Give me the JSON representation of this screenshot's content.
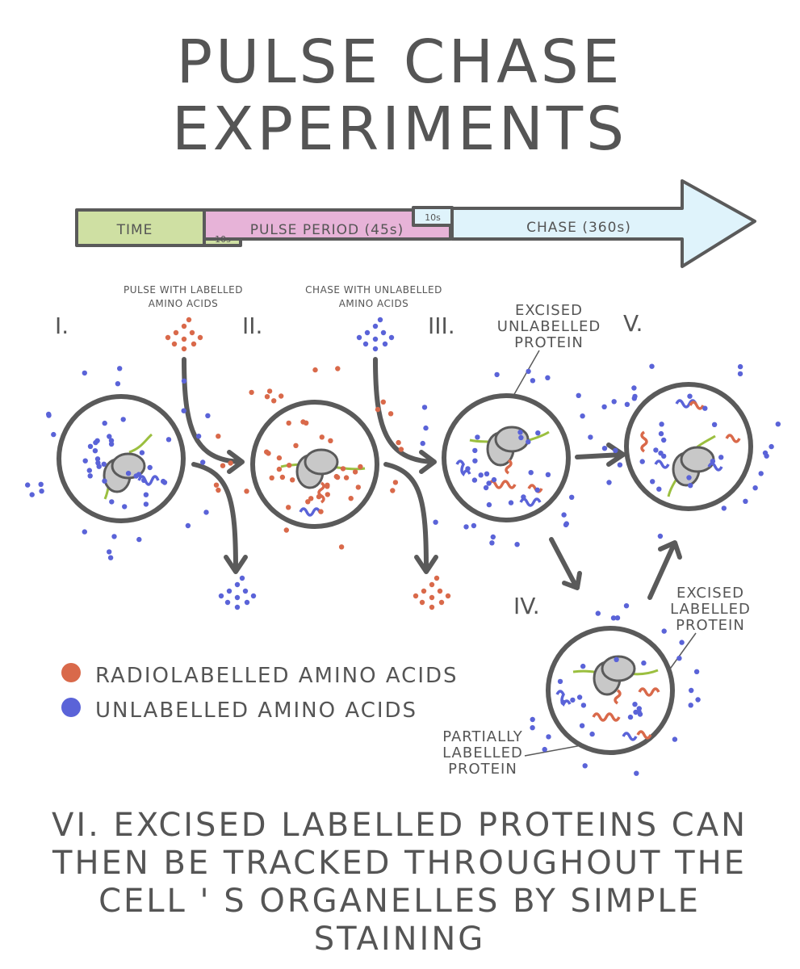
{
  "title": {
    "line1": "PULSE CHASE",
    "line2": "EXPERIMENTS"
  },
  "timeline": {
    "time": "TIME",
    "ten_a": "10s",
    "pulse": "PULSE PERIOD (45s)",
    "ten_b": "10s",
    "chase": "CHASE (360s)"
  },
  "pulse_label": {
    "line1": "PULSE WITH LABELLED",
    "line2": "AMINO ACIDS"
  },
  "chase_label": {
    "line1": "CHASE WITH UNLABELLED",
    "line2": "AMINO ACIDS"
  },
  "stages": {
    "i": "I.",
    "ii": "II.",
    "iii": "III.",
    "iv": "IV.",
    "v": "V."
  },
  "excised_unlabelled": {
    "line1": "EXCISED",
    "line2": "UNLABELLED",
    "line3": "PROTEIN"
  },
  "excised_labelled": {
    "line1": "EXCISED",
    "line2": "LABELLED",
    "line3": "PROTEIN"
  },
  "partially_labelled": {
    "line1": "PARTIALLY",
    "line2": "LABELLED",
    "line3": "PROTEIN"
  },
  "legend": {
    "radiolabelled": "RADIOLABELLED AMINO ACIDS",
    "unlabelled": "UNLABELLED AMINO ACIDS"
  },
  "footer": {
    "line1": "VI. EXCISED LABELLED PROTEINS CAN",
    "line2": "THEN BE TRACKED THROUGHOUT THE",
    "line3": "CELL ' S ORGANELLES BY SIMPLE",
    "line4": "STAINING"
  },
  "colors": {
    "time_green": "#cfe0a3",
    "pulse_pink": "#e7b3d8",
    "chase_blue": "#dff3fb",
    "labelled_red": "#d9694a",
    "unlabelled_blue": "#5a63d8",
    "outline": "#5a5a5a",
    "ribosome": "#c4c4c4",
    "mrna_green": "#9bbf3f"
  }
}
